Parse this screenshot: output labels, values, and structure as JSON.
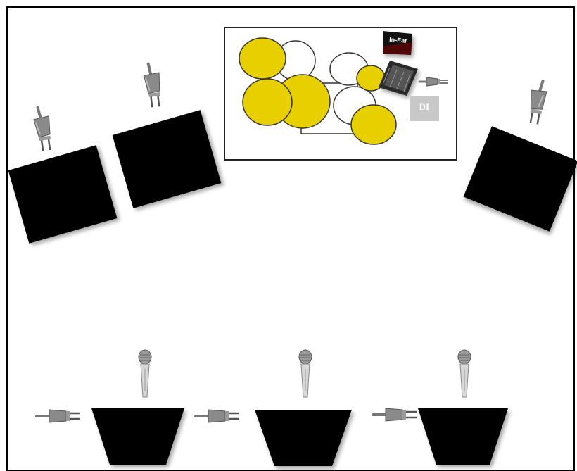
{
  "drum_riser": {
    "in_ear_label": "In-Ear",
    "di_label": "DI"
  },
  "colors": {
    "drum_yellow": "#e8d000",
    "drum_outline": "#333333",
    "amp_black": "#000000",
    "di_box": "#c8c8c8"
  },
  "icons": {
    "plug": "power-plug-icon",
    "microphone": "microphone-icon",
    "amp": "amplifier-cabinet",
    "monitor": "floor-monitor-wedge"
  }
}
